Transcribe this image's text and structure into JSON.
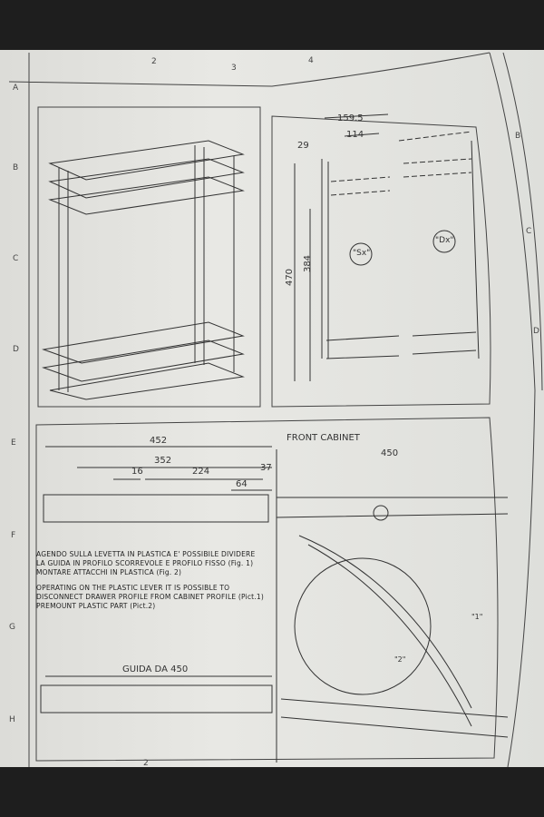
{
  "grid": {
    "top_numbers": [
      "2",
      "3",
      "4"
    ],
    "bottom_numbers": [
      "2"
    ],
    "left_letters": [
      "A",
      "B",
      "C",
      "D",
      "E",
      "F",
      "G",
      "H"
    ],
    "right_letters": [
      "B",
      "C",
      "D"
    ]
  },
  "side_view": {
    "dimensions": [
      "159.5",
      "114",
      "29",
      "470",
      "384"
    ],
    "labels": [
      "\"Sx\"",
      "\"Dx\""
    ]
  },
  "guide_view": {
    "front_cabinet": "FRONT CABINET",
    "dimensions": [
      "452",
      "352",
      "16",
      "224",
      "64",
      "37",
      "450"
    ],
    "callouts": [
      "\"1\"",
      "\"2\""
    ],
    "guide_label": "GUIDA DA 450"
  },
  "notes": {
    "italian": [
      "AGENDO SULLA LEVETTA IN PLASTICA E' POSSIBILE DIVIDERE",
      "LA GUIDA IN PROFILO SCORREVOLE E PROFILO FISSO (Fig. 1)",
      "MONTARE ATTACCHI IN PLASTICA (Fig. 2)"
    ],
    "english": [
      "OPERATING ON THE PLASTIC LEVER IT IS POSSIBLE TO",
      "DISCONNECT DRAWER PROFILE FROM CABINET PROFILE (Pict.1)",
      "PREMOUNT PLASTIC PART (Pict.2)"
    ]
  }
}
